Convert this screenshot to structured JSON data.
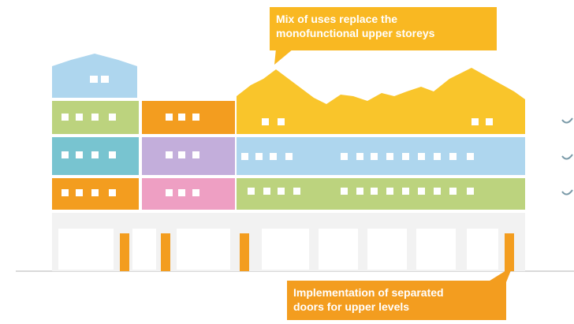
{
  "callouts": {
    "top": {
      "line1": "Mix of uses replace the",
      "line2": "monofunctional upper storeys"
    },
    "bottom": {
      "line1": "Implementation of separated",
      "line2": "doors for upper levels"
    }
  },
  "colors": {
    "blue": "#aed6ee",
    "green": "#bcd37e",
    "orange": "#f39d1f",
    "yellow": "#f9c52b",
    "purple": "#c3aedb",
    "pink": "#ee9fc3",
    "teal": "#78c4d0",
    "ground": "#f2f2f2"
  },
  "icons": [
    "check-mark-icon"
  ]
}
